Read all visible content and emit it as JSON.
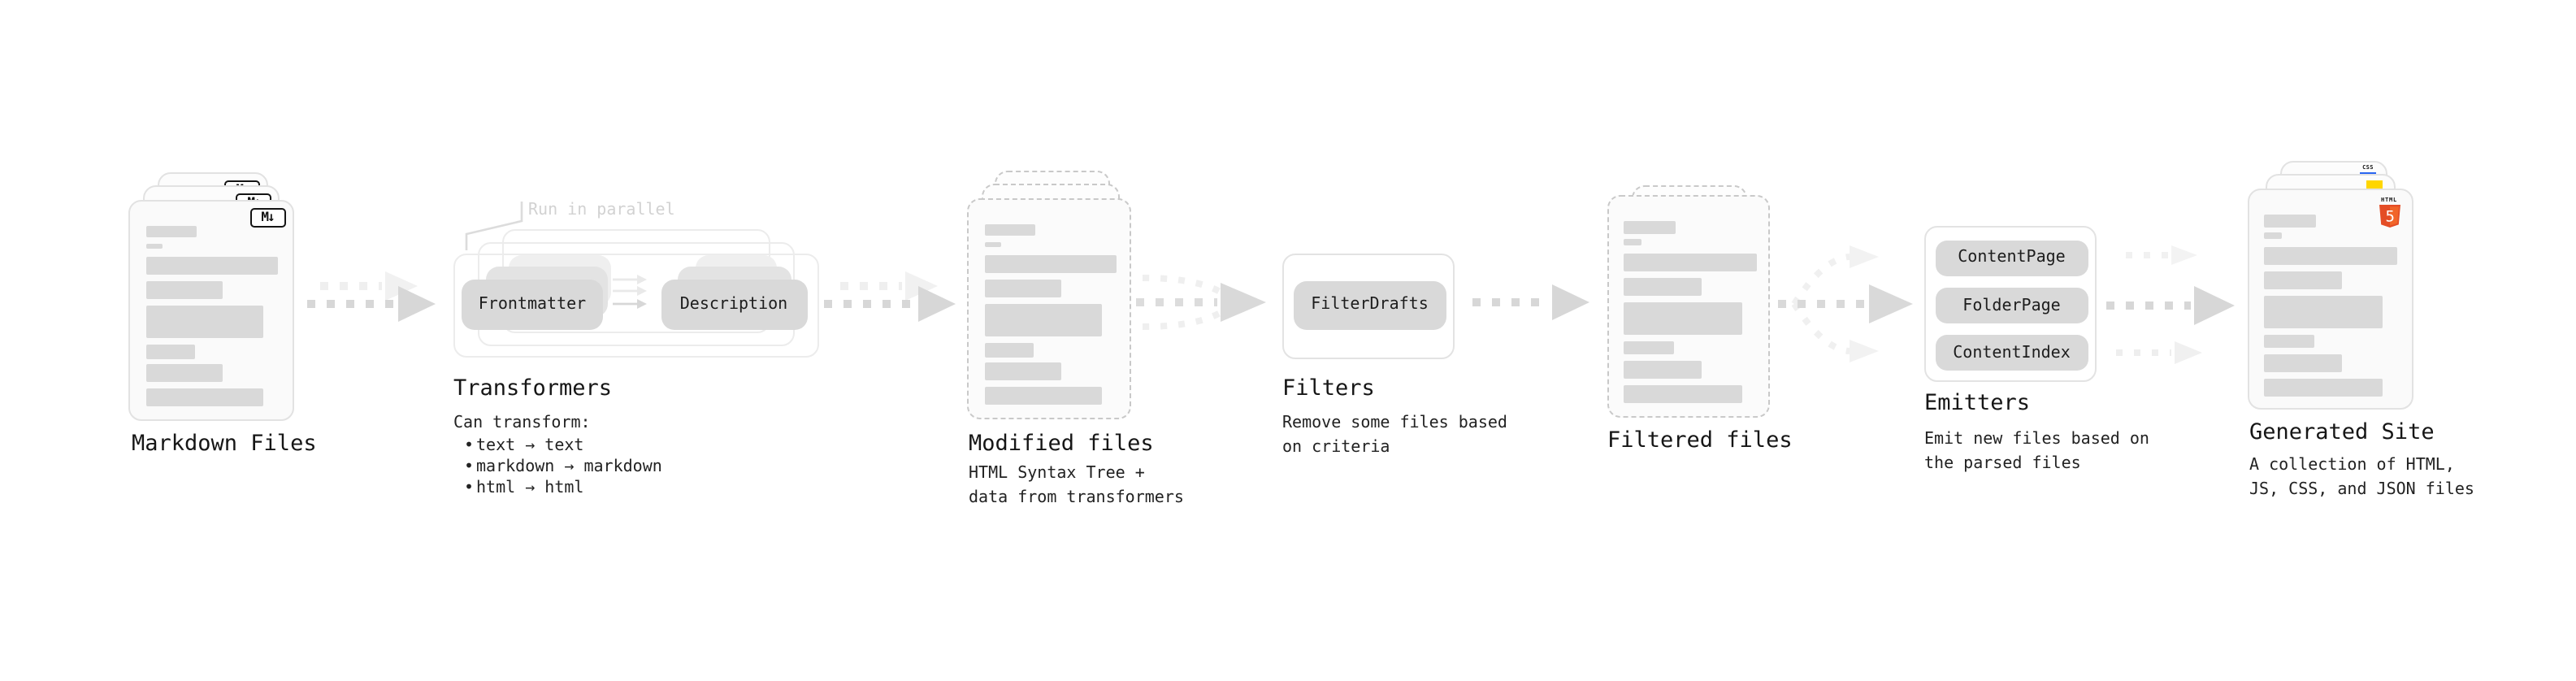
{
  "stages": {
    "markdown": {
      "title": "Markdown Files"
    },
    "transformers": {
      "title": "Transformers",
      "annotation": "Run in parallel",
      "intro": "Can transform:",
      "bullets": [
        "text → text",
        "markdown → markdown",
        "html → html"
      ],
      "pill_a": "Frontmatter",
      "pill_b": "Description"
    },
    "modified": {
      "title": "Modified files",
      "desc1": "HTML Syntax Tree +",
      "desc2": "data from transformers"
    },
    "filters": {
      "title": "Filters",
      "desc1": "Remove some files based",
      "desc2": "on criteria",
      "pill": "FilterDrafts"
    },
    "filtered": {
      "title": "Filtered files"
    },
    "emitters": {
      "title": "Emitters",
      "desc1": "Emit new files based on",
      "desc2": "the parsed files",
      "pill1": "ContentPage",
      "pill2": "FolderPage",
      "pill3": "ContentIndex"
    },
    "generated": {
      "title": "Generated Site",
      "desc1": "A collection of HTML,",
      "desc2": "JS, CSS, and JSON files"
    }
  },
  "badges": {
    "markdown": "M↓",
    "html_label": "HTML",
    "html_number": "5",
    "css": "CSS"
  },
  "bullet_char": "•",
  "colors": {
    "html5_orange": "#e44d26",
    "js_yellow": "#ffd600",
    "css_blue": "#2965f1",
    "bar_gray": "#d9d9d9",
    "annotation_gray": "#d2d2d2"
  }
}
